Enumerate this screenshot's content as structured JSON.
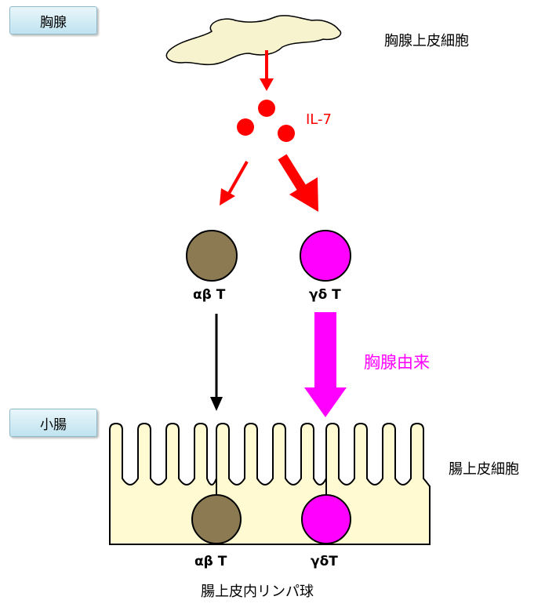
{
  "thymus": {
    "section_label": "胸腺",
    "epithelial_label": "胸腺上皮細胞",
    "cytokine_label": "IL-7"
  },
  "cells": {
    "alpha_beta_label": "αβ T",
    "gamma_delta_label": "γδ T"
  },
  "flow": {
    "thymus_derived_label": "胸腺由来"
  },
  "intestine": {
    "section_label": "小腸",
    "epithelial_label": "腸上皮細胞",
    "iel_alpha_beta_label": "αβ T",
    "iel_gamma_delta_label": "γδT",
    "iel_caption": "腸上皮内リンパ球"
  },
  "colors": {
    "il7_red": "#ff0000",
    "gamma_delta_magenta": "#ff00ff",
    "alpha_beta_brown": "#8b7a52",
    "epithelium_fill": "#fffad2",
    "label_box_fill": "#cdebf5"
  }
}
